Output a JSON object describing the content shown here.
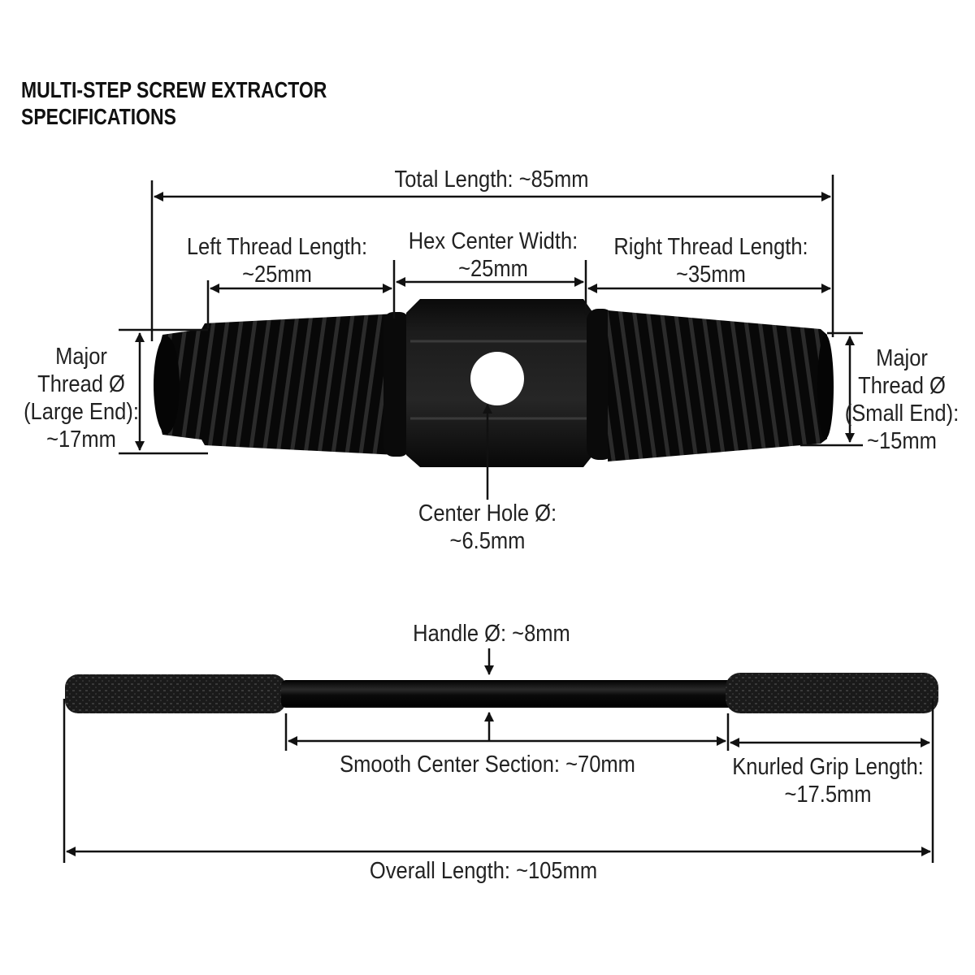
{
  "title": {
    "line1": "MULTI-STEP SCREW EXTRACTOR",
    "line2": "SPECIFICATIONS"
  },
  "labels": {
    "total_length": "Total Length: ~85mm",
    "left_thread_1": "Left Thread Length:",
    "left_thread_2": "~25mm",
    "hex_center_1": "Hex Center Width:",
    "hex_center_2": "~25mm",
    "right_thread_1": "Right Thread Length:",
    "right_thread_2": "~35mm",
    "major_large_1": "Major",
    "major_large_2": "Thread Ø",
    "major_large_3": "(Large End):",
    "major_large_4": "~17mm",
    "major_small_1": "Major",
    "major_small_2": "Thread Ø",
    "major_small_3": "(Small End):",
    "major_small_4": "~15mm",
    "center_hole_1": "Center Hole Ø:",
    "center_hole_2": "~6.5mm",
    "handle_diameter": "Handle Ø: ~8mm",
    "smooth_center": "Smooth Center Section: ~70mm",
    "knurled_grip_1": "Knurled Grip Length:",
    "knurled_grip_2": "~17.5mm",
    "overall_length": "Overall Length: ~105mm"
  },
  "colors": {
    "tool_body": "#0d0d0d",
    "dimension_line": "#111111",
    "background": "#ffffff"
  }
}
